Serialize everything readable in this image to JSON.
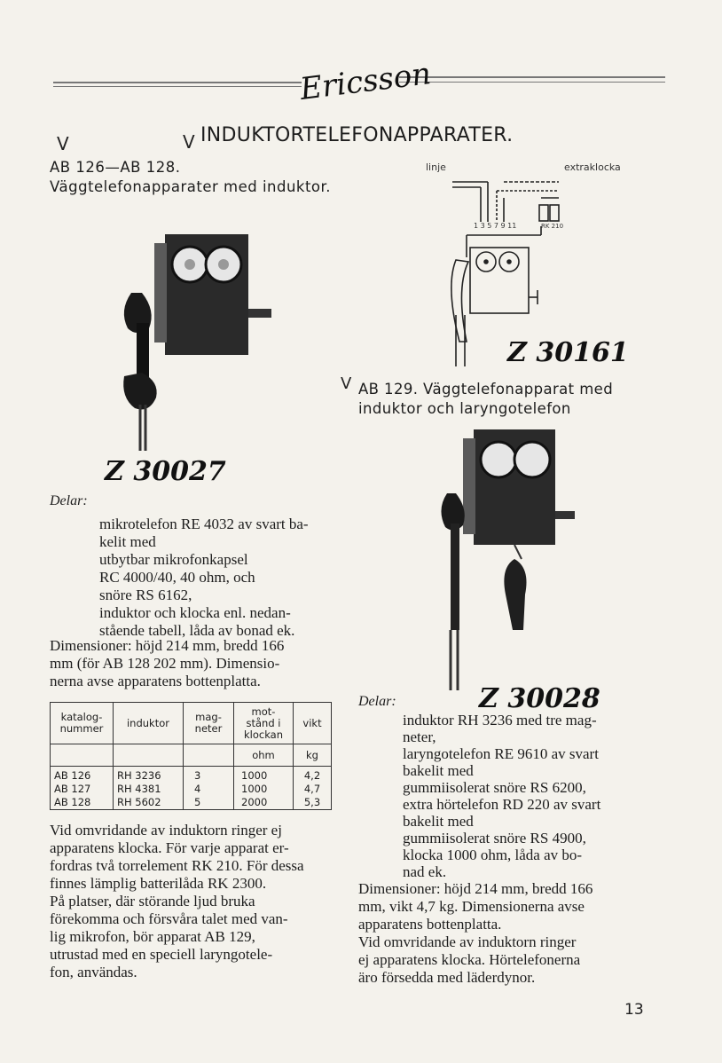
{
  "brand": "Ericsson",
  "heading": "INDUKTORTELEFONAPPARATER.",
  "checks": [
    "V",
    "V",
    "V"
  ],
  "intro": "AB 126—AB 128. Väggtelefonapparater med induktor.",
  "diagram": {
    "label_linje": "linje",
    "label_extraklocka": "extraklocka",
    "terminals": "1 3 5 7 9 11",
    "rk_label": "RK 210"
  },
  "handwritten": {
    "top_right": "Z 30161",
    "left": "Z 30027",
    "right": "Z 30028"
  },
  "ab129": {
    "caption": "AB 129. Väggtelefonapparat med induktor och laryngotelefon"
  },
  "left_column": {
    "delar_label": "Delar:",
    "parts_lines": [
      "mikrotelefon RE 4032 av svart ba-",
      "kelit med",
      "utbytbar mikrofonkapsel",
      "RC 4000/40, 40 ohm, och",
      "snöre RS 6162,",
      "induktor och klocka enl. nedan-",
      "stående tabell, låda av bonad ek."
    ],
    "dimensions_lines": [
      "Dimensioner: höjd 214 mm, bredd 166",
      "mm (för AB 128 202 mm). Dimensio-",
      "nerna avse apparatens bottenplatta."
    ],
    "note_lines": [
      "Vid omvridande av induktorn ringer ej",
      "apparatens klocka. För varje apparat er-",
      "fordras två torrelement RK 210. För dessa",
      "finnes lämplig batterilåda RK 2300.",
      "På platser, där störande ljud bruka",
      "förekomma och försvåra talet med van-",
      "lig mikrofon, bör apparat AB 129,",
      "utrustad med en speciell laryngotele-",
      "fon, användas."
    ]
  },
  "table": {
    "headers": [
      "katalog-nummer",
      "induktor",
      "mag-neter",
      "mot-stånd i klockan",
      "vikt"
    ],
    "units": [
      "",
      "",
      "",
      "ohm",
      "kg"
    ],
    "rows": [
      [
        "AB 126",
        "RH 3236",
        "3",
        "1000",
        "4,2"
      ],
      [
        "AB 127",
        "RH 4381",
        "4",
        "1000",
        "4,7"
      ],
      [
        "AB 128",
        "RH 5602",
        "5",
        "2000",
        "5,3"
      ]
    ]
  },
  "right_column": {
    "delar_label": "Delar:",
    "parts_lines": [
      "induktor RH 3236 med tre mag-",
      "neter,",
      "laryngotelefon RE 9610 av svart",
      "bakelit med",
      "gummiisolerat snöre RS 6200,",
      "extra hörtelefon RD 220 av svart",
      "bakelit med",
      "gummiisolerat snöre RS 4900,",
      "klocka 1000 ohm, låda av bo-",
      "nad ek."
    ],
    "dimensions_lines": [
      "Dimensioner: höjd 214 mm, bredd 166",
      "mm, vikt 4,7 kg. Dimensionerna avse",
      "apparatens bottenplatta.",
      "Vid omvridande av induktorn ringer",
      "ej apparatens klocka. Hörtelefonerna",
      "äro försedda med läderdynor."
    ]
  },
  "page_number": "13"
}
